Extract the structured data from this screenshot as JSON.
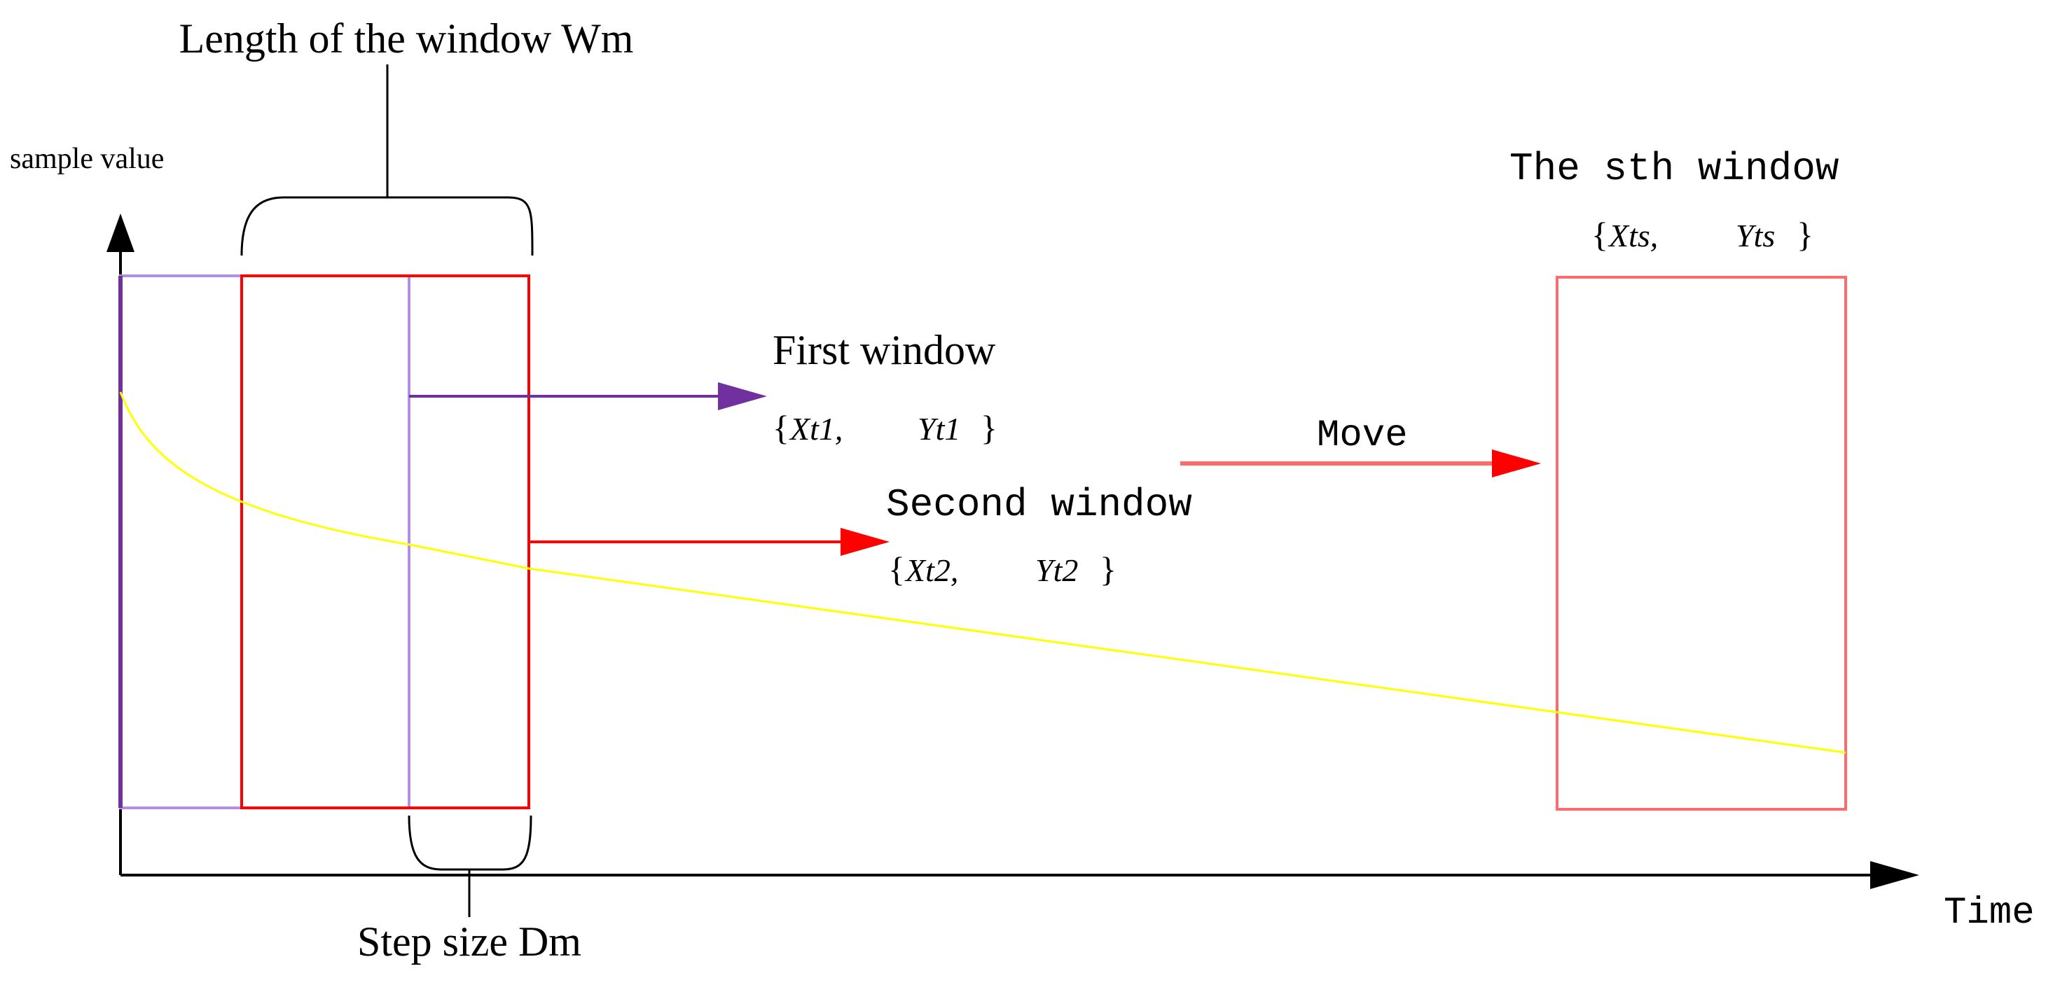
{
  "labels": {
    "window_length": "Length of the window Wm",
    "y_axis": "sample value",
    "x_axis": "Time",
    "step_size": "Step size Dm",
    "first_window": "First window",
    "second_window": "Second window",
    "sth_window": "The sth window",
    "move": "Move"
  },
  "sets": {
    "first": {
      "open": "{",
      "x": "Xt1,",
      "y": "Yt1",
      "close": "}"
    },
    "second": {
      "open": "{",
      "x": "Xt2,",
      "y": "Yt2",
      "close": "}"
    },
    "sth": {
      "open": "{",
      "x": "Xts,",
      "y": "Yts",
      "close": "}"
    }
  },
  "colors": {
    "purple": "#7030a0",
    "light_purple": "#b48ee0",
    "red": "#ff0000",
    "pink": "#ff6a6a",
    "yellow": "#ffff00",
    "black": "#000000"
  }
}
